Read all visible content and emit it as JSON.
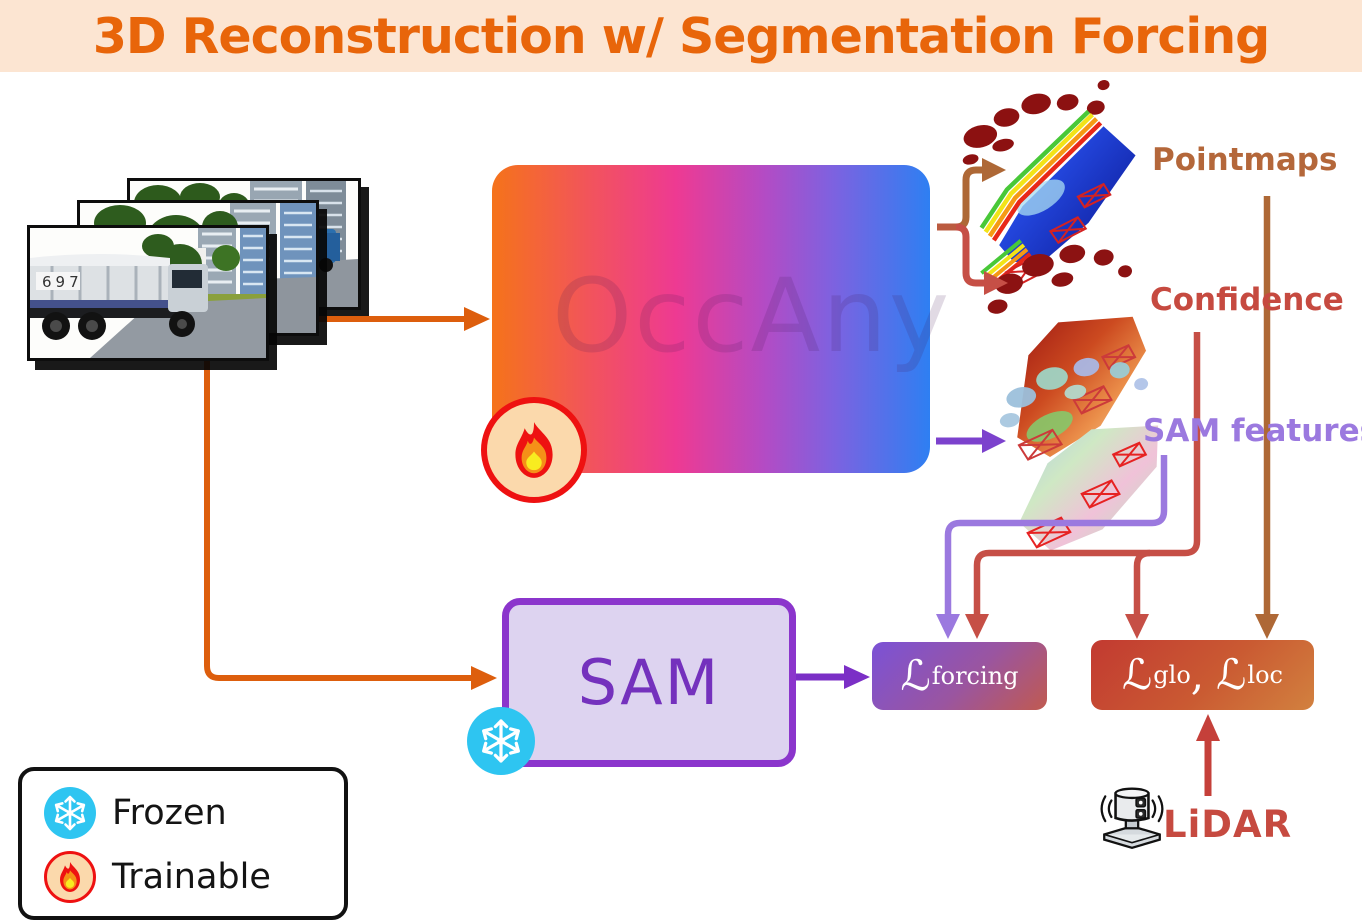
{
  "title": "3D Reconstruction w/ Segmentation Forcing",
  "colors": {
    "peach": "#FCE5D2",
    "title-orange": "#E8650A",
    "arrow-orange": "#DD5E0D",
    "brown": "#B4673A",
    "red": "#C64A40",
    "purple": "#7B2FC6",
    "lightpurple": "#9B79DF",
    "cyan": "#2EC5F1",
    "sam-fill": "#DDD3F0",
    "sam-border": "#8B35CC",
    "blue": "#2E7FF2",
    "magenta": "#EE3A92"
  },
  "model_box": {
    "watermark": "OccAny"
  },
  "sam_box": {
    "label": "SAM"
  },
  "outputs": [
    {
      "label": "Pointmaps"
    },
    {
      "label": "Confidence"
    },
    {
      "label": "SAM features"
    }
  ],
  "losses": {
    "forcing": {
      "symbol": "ℒ",
      "sub": "forcing"
    },
    "global": {
      "symbol": "ℒ",
      "sub": "glo"
    },
    "separator": ",",
    "local": {
      "symbol": "ℒ",
      "sub": "loc"
    }
  },
  "lidar": {
    "label": "LiDAR"
  },
  "legend": {
    "items": [
      {
        "icon": "snowflake-icon",
        "label": "Frozen"
      },
      {
        "icon": "flame-icon",
        "label": "Trainable"
      }
    ]
  },
  "input_images": {
    "count": 3,
    "truck_number": "697"
  }
}
